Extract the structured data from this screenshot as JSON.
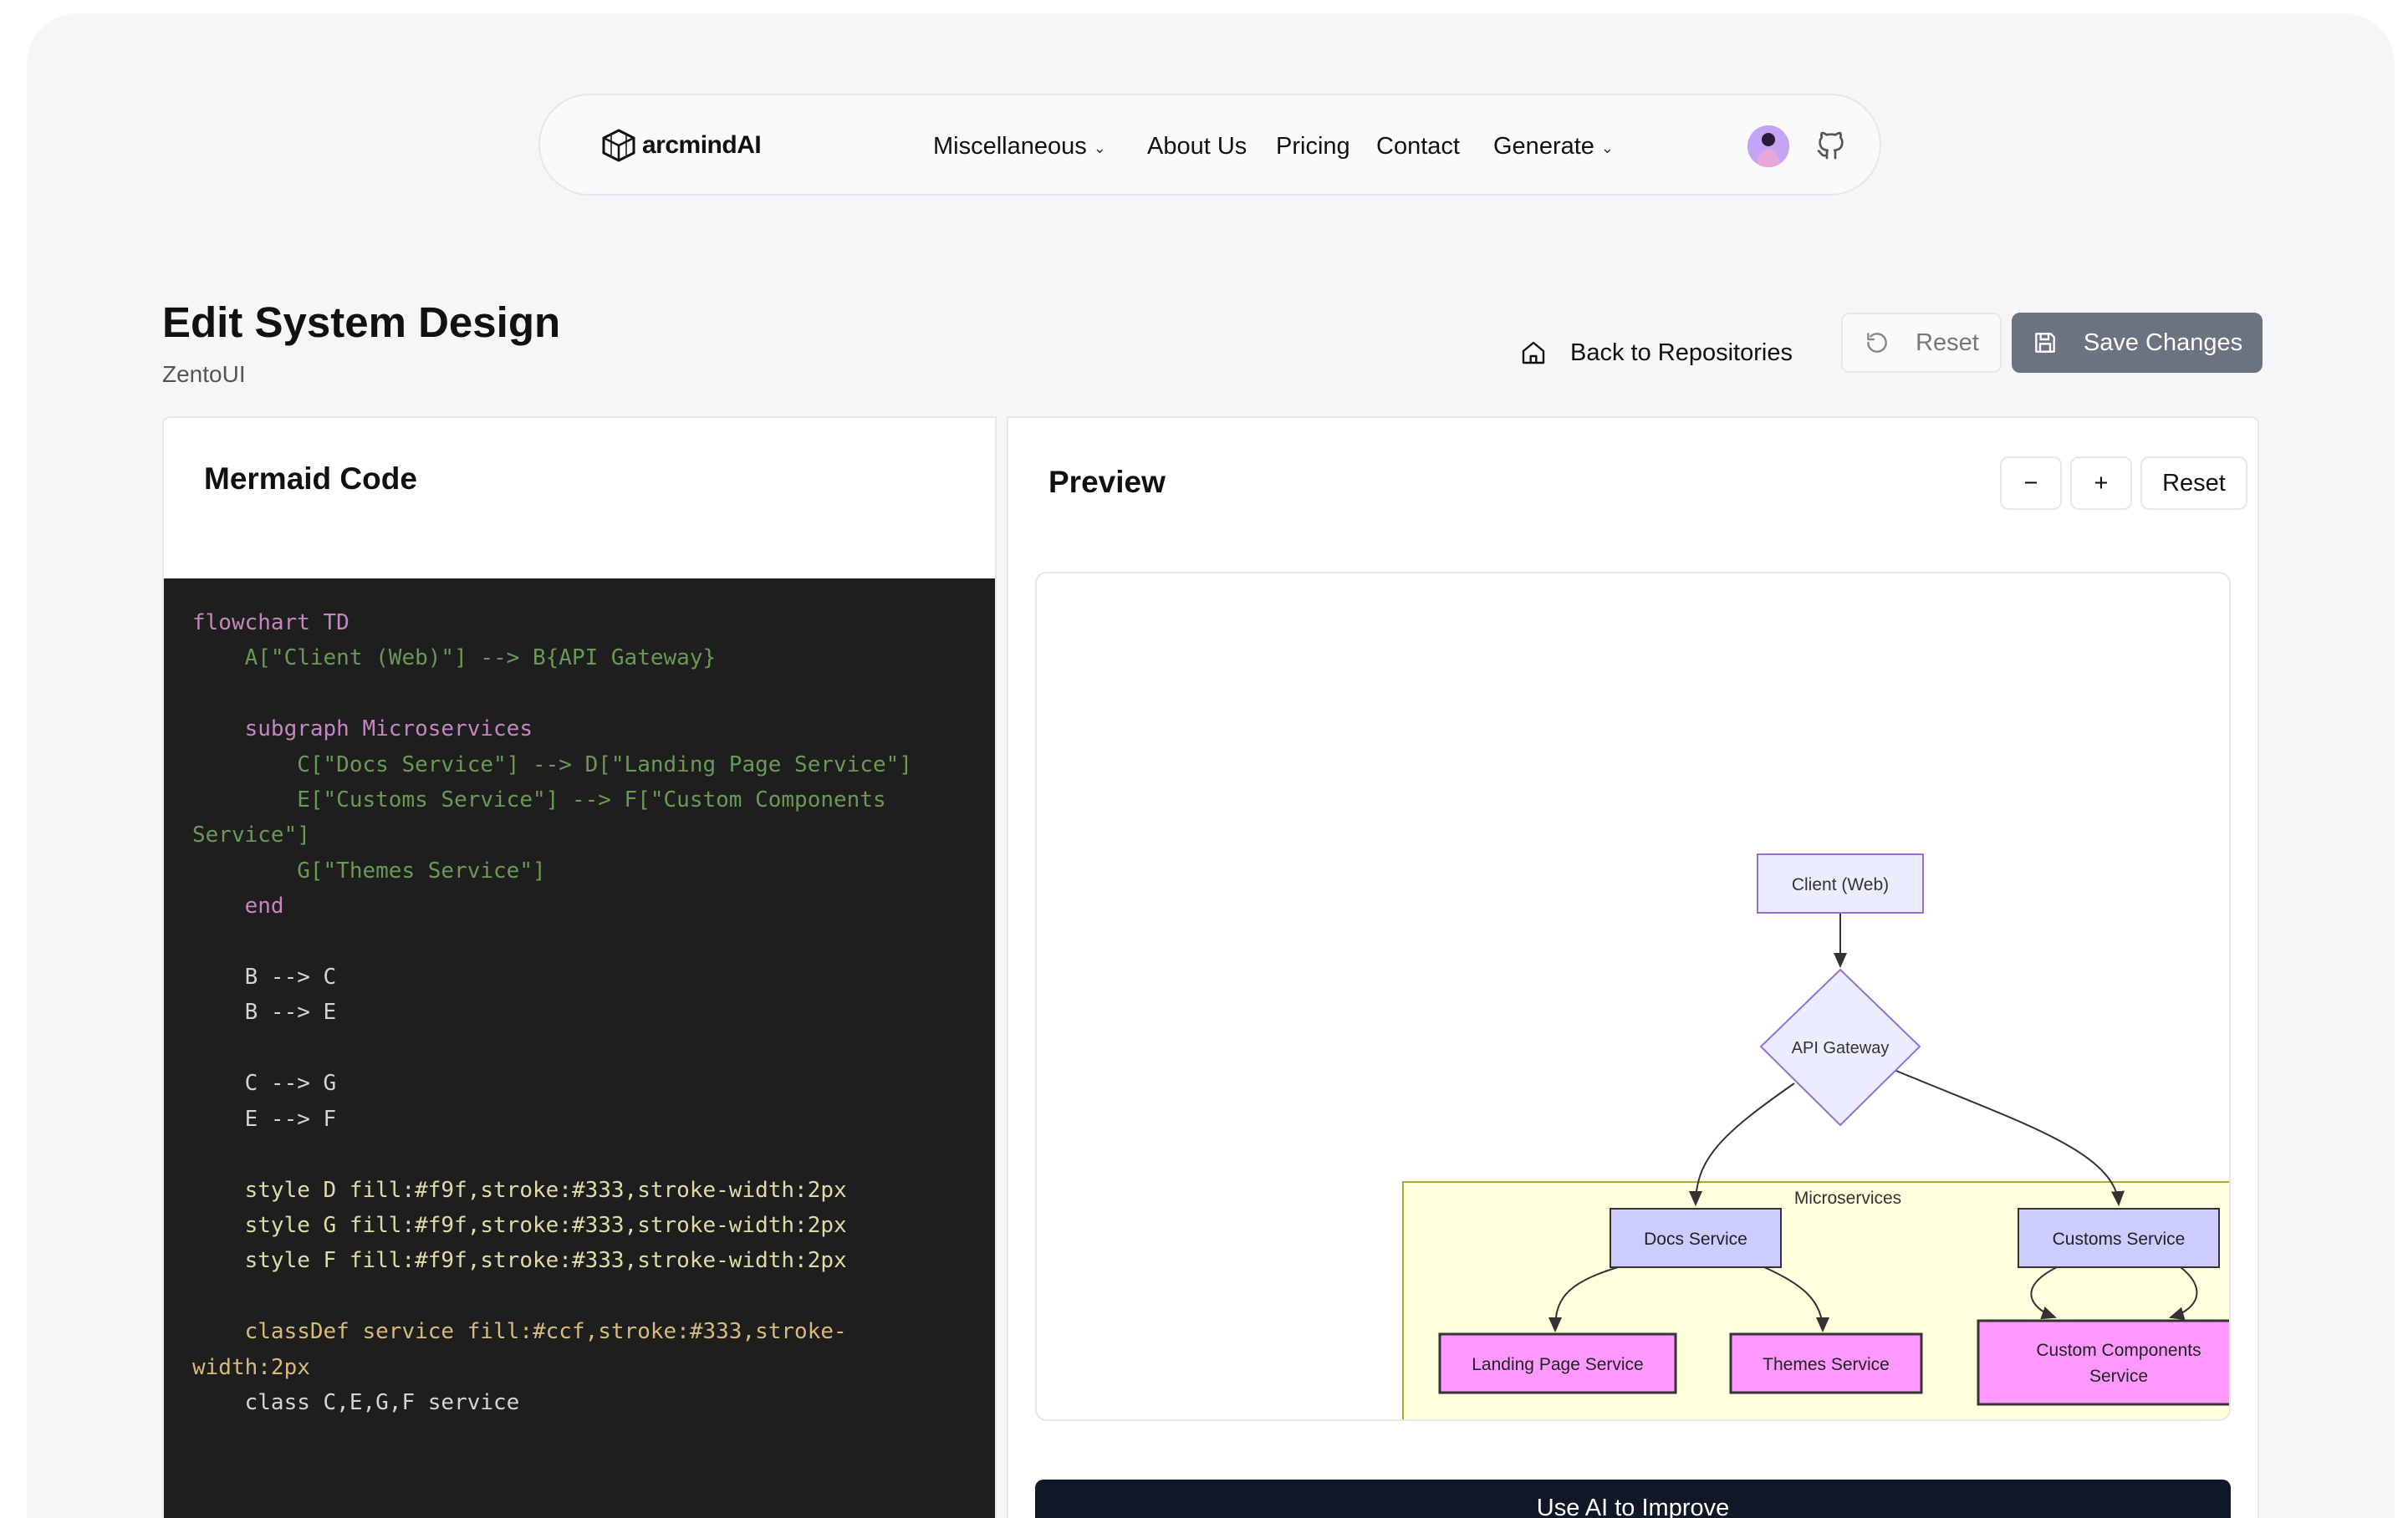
{
  "nav": {
    "logo": "arcmindAI",
    "links": [
      {
        "label": "Miscellaneous",
        "dropdown": true
      },
      {
        "label": "About Us"
      },
      {
        "label": "Pricing"
      },
      {
        "label": "Contact"
      },
      {
        "label": "Generate",
        "dropdown": true
      }
    ]
  },
  "header": {
    "title": "Edit System Design",
    "subtitle": "ZentoUI",
    "back_label": "Back to Repositories",
    "reset_label": "Reset",
    "save_label": "Save Changes"
  },
  "code_panel": {
    "title": "Mermaid Code",
    "lines": [
      "flowchart TD",
      "    A[\"Client (Web)\"] --> B{API Gateway}",
      "",
      "    subgraph Microservices",
      "        C[\"Docs Service\"] --> D[\"Landing Page Service\"]",
      "        E[\"Customs Service\"] --> F[\"Custom Components",
      "Service\"]",
      "        G[\"Themes Service\"]",
      "    end",
      "",
      "    B --> C",
      "    B --> E",
      "",
      "    C --> G",
      "    E --> F",
      "",
      "    style D fill:#f9f,stroke:#333,stroke-width:2px",
      "    style G fill:#f9f,stroke:#333,stroke-width:2px",
      "    style F fill:#f9f,stroke:#333,stroke-width:2px",
      "",
      "    classDef service fill:#ccf,stroke:#333,stroke-",
      "width:2px",
      "    class C,E,G,F service"
    ]
  },
  "preview": {
    "title": "Preview",
    "zoom_out": "−",
    "zoom_in": "+",
    "reset_label": "Reset",
    "ai_button": "Use AI to Improve",
    "diagram": {
      "client": "Client (Web)",
      "gateway": "API Gateway",
      "subgraph": "Microservices",
      "docs": "Docs Service",
      "customs": "Customs Service",
      "landing": "Landing Page Service",
      "themes": "Themes Service",
      "custom_components_1": "Custom Components",
      "custom_components_2": "Service"
    }
  },
  "colors": {
    "service_fill": "#ccccff",
    "styled_fill": "#ff99ff",
    "subgraph_fill": "#ffffde",
    "node_fill": "#ececff",
    "save_button": "#6b7280",
    "ai_button": "#101827",
    "code_bg": "#1e1e1e"
  }
}
